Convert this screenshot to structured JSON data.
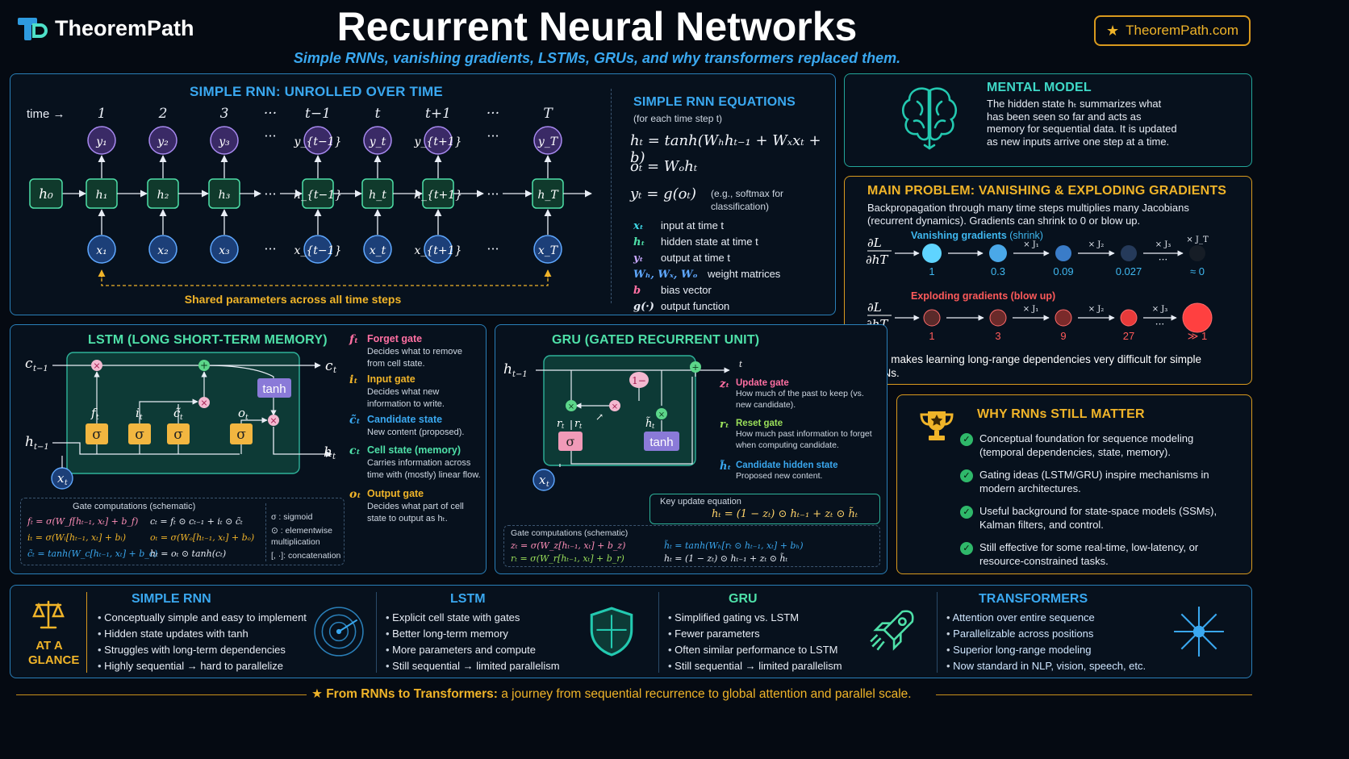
{
  "header": {
    "brand": "TheoremPath",
    "title": "Recurrent Neural Networks",
    "subtitle": "Simple RNNs, vanishing gradients, LSTMs, GRUs, and why transformers replaced them.",
    "site_button": "TheoremPath.com",
    "colors": {
      "accent": "#3aa8f0",
      "gold": "#f0b429",
      "teal": "#23a69a"
    }
  },
  "rnn": {
    "title": "SIMPLE RNN: UNROLLED OVER TIME",
    "time_label": "time →",
    "time_steps": [
      "1",
      "2",
      "3",
      "···",
      "t−1",
      "t",
      "t+1",
      "···",
      "T"
    ],
    "h0": "h₀",
    "hidden": [
      "h₁",
      "h₂",
      "h₃",
      "h_{t−1}",
      "h_t",
      "h_{t+1}",
      "h_T"
    ],
    "inputs": [
      "x₁",
      "x₂",
      "x₃",
      "x_{t−1}",
      "x_t",
      "x_{t+1}",
      "x_T"
    ],
    "outputs": [
      "y₁",
      "y₂",
      "y₃",
      "y_{t−1}",
      "y_t",
      "y_{t+1}",
      "y_T"
    ],
    "shared_note": "Shared parameters across all time steps"
  },
  "equations": {
    "title": "SIMPLE RNN EQUATIONS",
    "subtitle": "(for each time step t)",
    "eq1": "hₜ = tanh(Wₕhₜ₋₁ + Wₓxₜ + b)",
    "eq2": "oₜ = Wₒhₜ",
    "eq3": "yₜ = g(oₜ)",
    "eq3_note": "(e.g., softmax for classification)",
    "legend": [
      {
        "sym": "xₜ",
        "desc": "input at time t"
      },
      {
        "sym": "hₜ",
        "desc": "hidden state at time t"
      },
      {
        "sym": "yₜ",
        "desc": "output at time t"
      },
      {
        "sym": "Wₕ, Wₓ, Wₒ",
        "desc": "weight matrices"
      },
      {
        "sym": "b",
        "desc": "bias vector"
      },
      {
        "sym": "g(·)",
        "desc": "output function"
      }
    ]
  },
  "mental_model": {
    "title": "MENTAL MODEL",
    "text": "The hidden state hₜ summarizes what has been seen so far and acts as memory for sequential data. It is updated as new inputs arrive one step at a time.",
    "icon": "brain-icon"
  },
  "problem": {
    "title": "MAIN PROBLEM: VANISHING & EXPLODING GRADIENTS",
    "text": "Backpropagation through many time steps multiplies many Jacobians (recurrent dynamics). Gradients can shrink to 0 or blow up.",
    "grad_label": "∂L/∂hT",
    "vanishing_label": "Vanishing gradients",
    "vanishing_paren": "(shrink)",
    "vanishing_values": [
      "1",
      "0.3",
      "0.09",
      "0.027",
      "≈ 0"
    ],
    "exploding_label": "Exploding gradients (blow up)",
    "exploding_values": [
      "1",
      "3",
      "9",
      "27",
      "≫ 1"
    ],
    "multipliers": [
      "× J₁",
      "× J₂",
      "× J₃",
      "× J_T"
    ],
    "footer": "This makes learning long-range dependencies very difficult for simple RNNs."
  },
  "lstm": {
    "title": "LSTM (LONG SHORT-TERM MEMORY)",
    "gates": [
      {
        "sym": "fₜ",
        "name": "Forget gate",
        "desc": "Decides what to remove from cell state."
      },
      {
        "sym": "iₜ",
        "name": "Input gate",
        "desc": "Decides what new information to write."
      },
      {
        "sym": "c̃ₜ",
        "name": "Candidate state",
        "desc": "New content (proposed)."
      },
      {
        "sym": "cₜ",
        "name": "Cell state (memory)",
        "desc": "Carries information across time with (mostly) linear flow."
      },
      {
        "sym": "oₜ",
        "name": "Output gate",
        "desc": "Decides what part of cell state to output as hₜ."
      }
    ],
    "comp_title": "Gate computations (schematic)",
    "comps": [
      "fₜ = σ(W_f[hₜ₋₁, xₜ] + b_f)",
      "iₜ = σ(Wᵢ[hₜ₋₁, xₜ] + bᵢ)",
      "c̃ₜ = tanh(W_c[hₜ₋₁, xₜ] + b_c)",
      "cₜ = fₜ ⊙ cₜ₋₁ + iₜ ⊙ c̃ₜ",
      "oₜ = σ(Wₒ[hₜ₋₁, xₜ] + bₒ)",
      "hₜ = oₜ ⊙ tanh(cₜ)"
    ],
    "keys": [
      "σ : sigmoid",
      "⊙ : elementwise multiplication",
      "[, ·]: concatenation"
    ]
  },
  "gru": {
    "title": "GRU (GATED RECURRENT UNIT)",
    "gates": [
      {
        "sym": "zₜ",
        "name": "Update gate",
        "desc": "How much of the past to keep (vs. new candidate)."
      },
      {
        "sym": "rₜ",
        "name": "Reset gate",
        "desc": "How much past information to forget when computing candidate."
      },
      {
        "sym": "h̃ₜ",
        "name": "Candidate hidden state",
        "desc": "Proposed new content."
      }
    ],
    "key_title": "Key update equation",
    "key_eq": "hₜ = (1 − zₜ) ⊙ hₜ₋₁ + zₜ ⊙ h̃ₜ",
    "comp_title": "Gate computations (schematic)",
    "comps": [
      "zₜ = σ(W_z[hₜ₋₁, xₜ] + b_z)",
      "rₜ = σ(W_r[hₜ₋₁, xₜ] + b_r)",
      "h̃ₜ = tanh(Wₕ[rₜ ⊙ hₜ₋₁, xₜ] + bₕ)",
      "hₜ = (1 − zₜ) ⊙ hₜ₋₁ + zₜ ⊙ h̃ₜ"
    ]
  },
  "why": {
    "title": "WHY RNNs STILL MATTER",
    "items": [
      "Conceptual foundation for sequence modeling (temporal dependencies, state, memory).",
      "Gating ideas (LSTM/GRU) inspire mechanisms in modern architectures.",
      "Useful background for state-space models (SSMs), Kalman filters, and control.",
      "Still effective for some real-time, low-latency, or resource-constrained tasks."
    ]
  },
  "glance": {
    "label": "AT A GLANCE",
    "columns": [
      {
        "title": "SIMPLE RNN",
        "items": [
          "Conceptually simple and easy to implement",
          "Hidden state updates with tanh",
          "Struggles with long-term dependencies",
          "Highly sequential → hard to parallelize"
        ]
      },
      {
        "title": "LSTM",
        "items": [
          "Explicit cell state with gates",
          "Better long-term memory",
          "More parameters and compute",
          "Still sequential → limited parallelism"
        ]
      },
      {
        "title": "GRU",
        "items": [
          "Simplified gating vs. LSTM",
          "Fewer parameters",
          "Often similar performance to LSTM",
          "Still sequential → limited parallelism"
        ]
      },
      {
        "title": "TRANSFORMERS",
        "items": [
          "Attention over entire sequence",
          "Parallelizable across positions",
          "Superior long-range modeling",
          "Now standard in NLP, vision, speech, etc."
        ]
      }
    ]
  },
  "footer": {
    "bold": "From RNNs to Transformers:",
    "text": " a journey from sequential recurrence to global attention and parallel scale."
  }
}
